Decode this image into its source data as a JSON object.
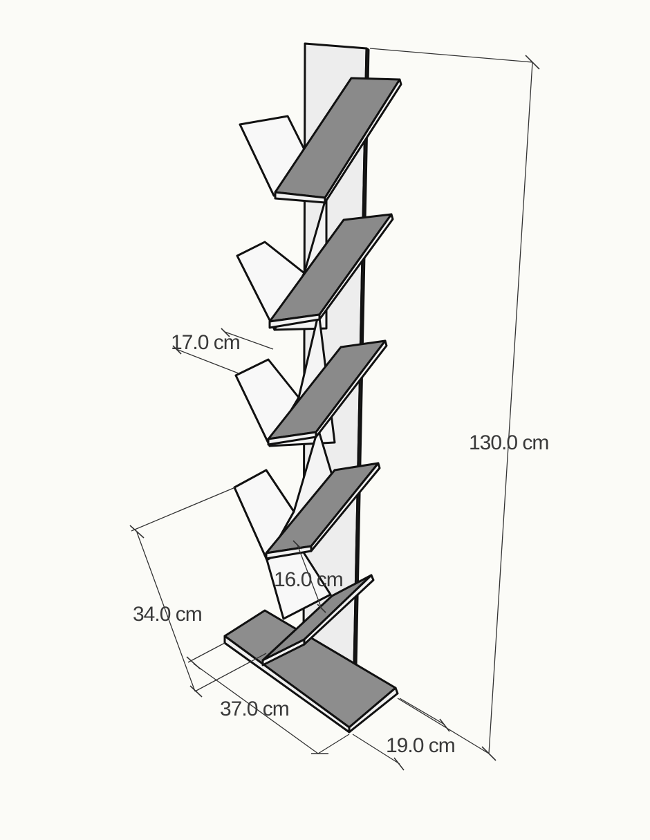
{
  "diagram": {
    "subject": "tree bookshelf",
    "colors": {
      "background": "#fbfbf7",
      "board_light": "#f6f6f6",
      "board_mid": "#e8e8e8",
      "shelf_top": "#8a8a8a",
      "outline": "#111111",
      "dimension": "#3a3a3a"
    },
    "dimensions": {
      "height": "130.0 cm",
      "shelf_gap": "17.0 cm",
      "shelf_spacing": "16.0 cm",
      "depth": "34.0 cm",
      "base_length": "37.0 cm",
      "base_width": "19.0 cm"
    }
  }
}
